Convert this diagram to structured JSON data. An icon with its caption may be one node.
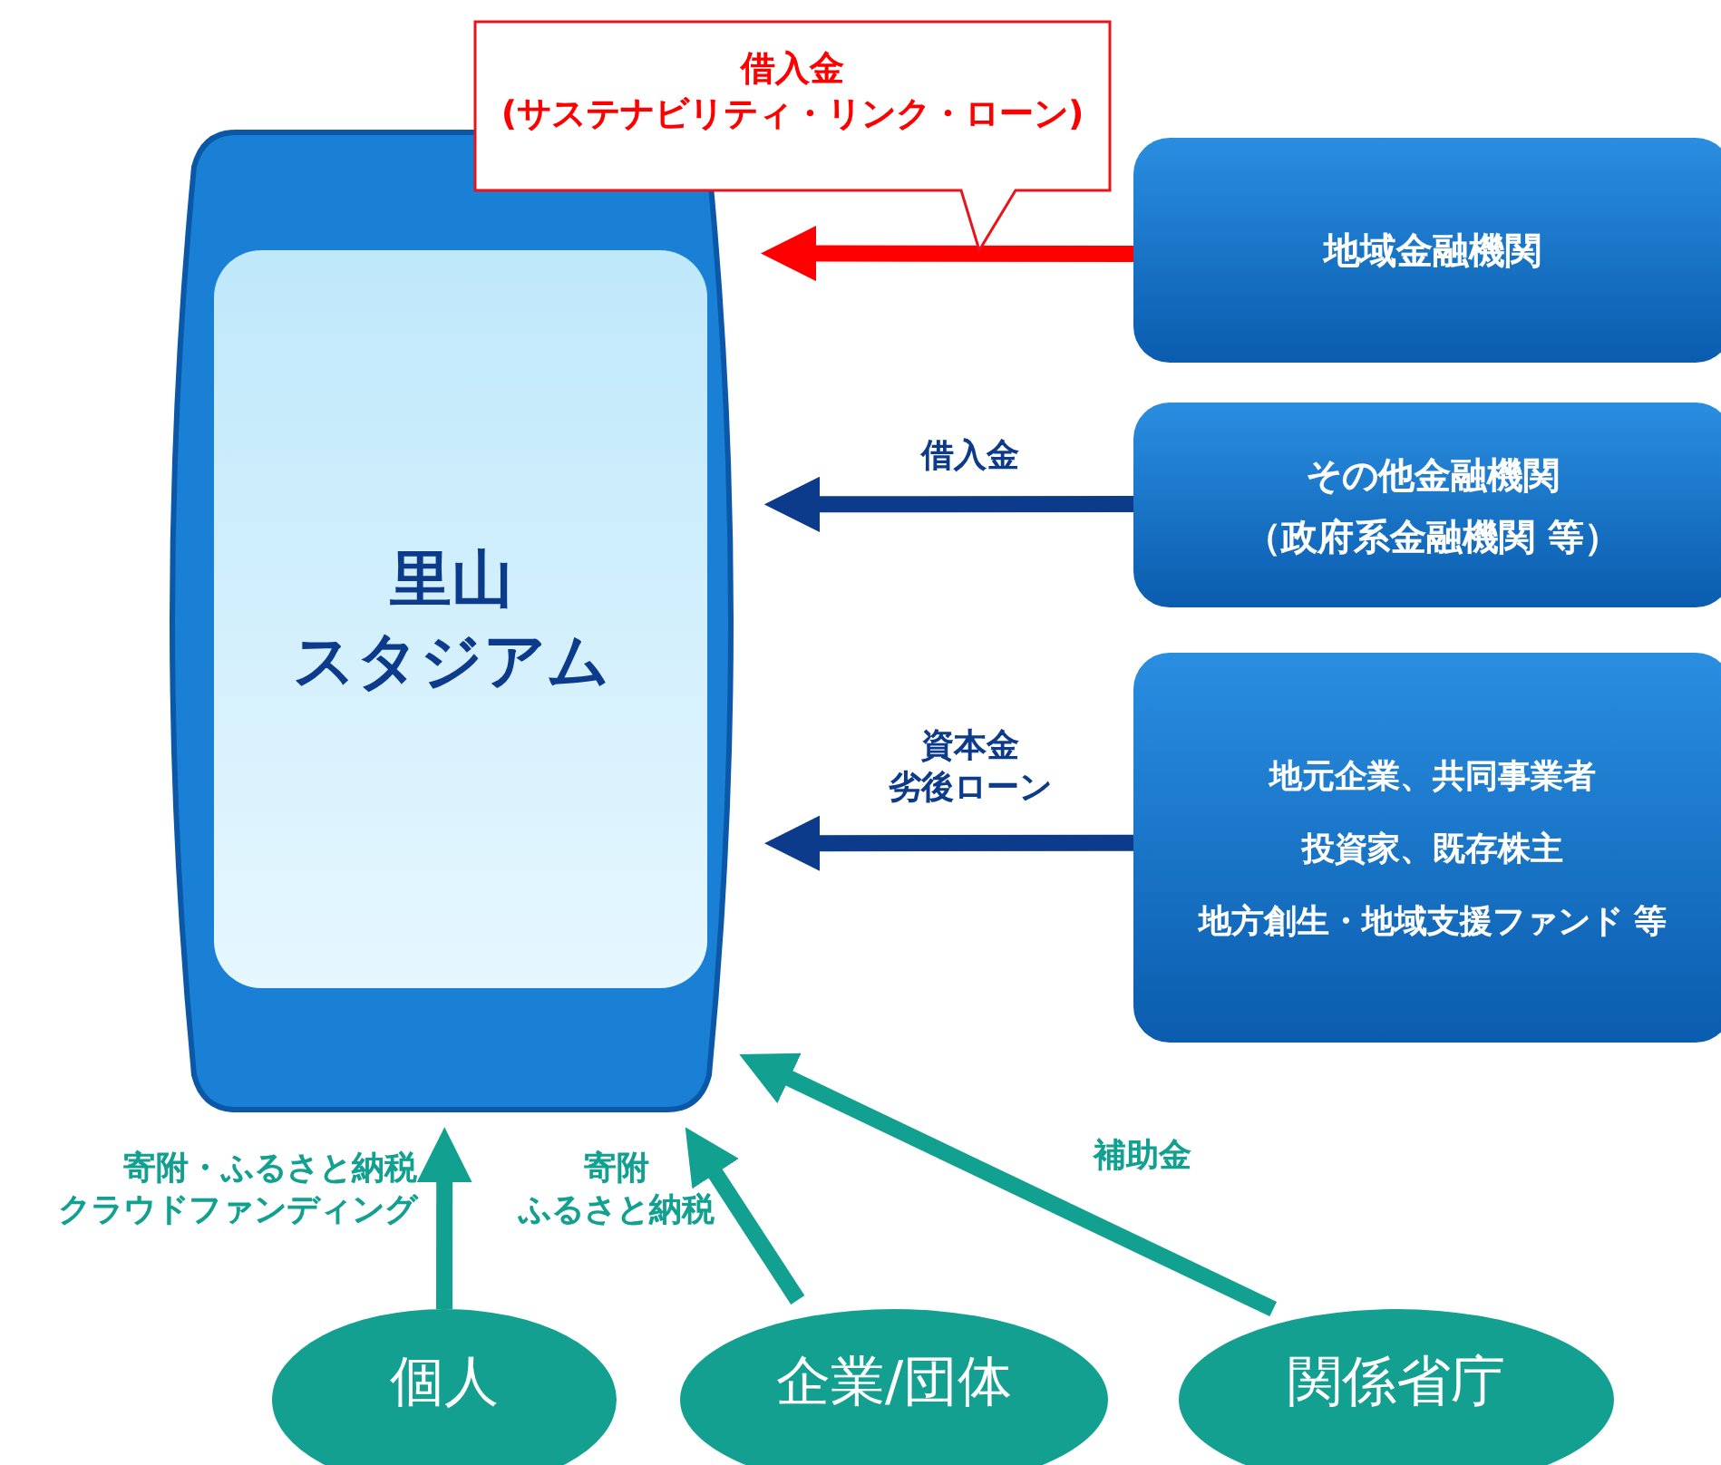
{
  "diagram": {
    "nodes": [
      {
        "text": [
          "里山スタジアム"
        ]
      },
      {
        "text": [
          "地域金融機関"
        ]
      },
      {
        "text": [
          "その他金融機関（政府系金融機関 等）"
        ]
      },
      {
        "text": [
          "地元企業、共同事業者",
          "投資家、既存株主",
          "地方創生・地域支援ファンド 等"
        ]
      },
      {
        "text": [
          "個人"
        ]
      },
      {
        "text": [
          "企業/団体"
        ]
      },
      {
        "text": [
          "関係省庁"
        ]
      }
    ],
    "edges": [
      {
        "from": 1,
        "to": 0,
        "arrow": "to",
        "label": "借入金(サステナビリティ・リンク・ローン)",
        "color": "#ff0000"
      },
      {
        "from": 2,
        "to": 0,
        "arrow": "to",
        "label": "借入金",
        "color": "#0d3b8c"
      },
      {
        "from": 3,
        "to": 0,
        "arrow": "to",
        "label": "資本金劣後ローン",
        "color": "#0d3b8c"
      },
      {
        "from": 4,
        "to": 0,
        "arrow": "to",
        "label": "寄附・ふるさと納税クラウドファンディング",
        "color": "#12a090"
      },
      {
        "from": 5,
        "to": 0,
        "arrow": "to",
        "label": "寄附ふるさと納税",
        "color": "#12a090"
      },
      {
        "from": 6,
        "to": 0,
        "arrow": "to",
        "label": "補助金",
        "color": "#12a090"
      }
    ]
  }
}
